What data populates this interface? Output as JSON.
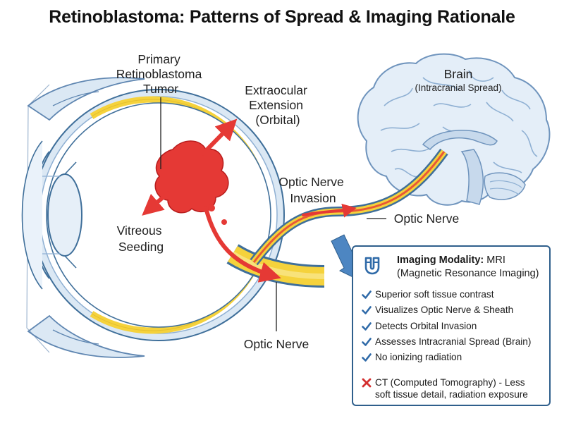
{
  "title": "Retinoblastoma: Patterns of Spread & Imaging Rationale",
  "labels": {
    "primary_tumor": [
      "Primary",
      "Retinoblastoma",
      "Tumor"
    ],
    "extraocular": [
      "Extraocular",
      "Extension",
      "(Orbital)"
    ],
    "vitreous": [
      "Vitreous",
      "Seeding"
    ],
    "optic_invasion": [
      "Optic Nerve",
      "Invasion"
    ],
    "optic_nerve_right": "Optic Nerve",
    "optic_nerve_bottom": "Optic Nerve",
    "brain": "Brain",
    "brain_sub": "(Intracranial Spread)"
  },
  "imaging": {
    "heading_bold": "Imaging Modality:",
    "heading_value": "MRI",
    "heading_sub": "(Magnetic Resonance Imaging)",
    "benefits": [
      "Superior soft tissue contrast",
      "Visualizes Optic Nerve & Sheath",
      "Detects Orbital Invasion",
      "Assesses Intracranial Spread (Brain)",
      "No ionizing radiation"
    ],
    "contra": [
      "CT (Computed Tomography) - Less",
      "soft tissue detail, radiation exposure"
    ],
    "icon": "magnet-icon"
  },
  "colors": {
    "tumor": "#e53935",
    "arrow": "#e53935",
    "retina": "#f5d23c",
    "eye_outline": "#3f6f9a",
    "brain_fill": "#e4eef8",
    "check": "#2f6aa8",
    "cross": "#d32f2f",
    "pointer": "#4d86c2"
  }
}
